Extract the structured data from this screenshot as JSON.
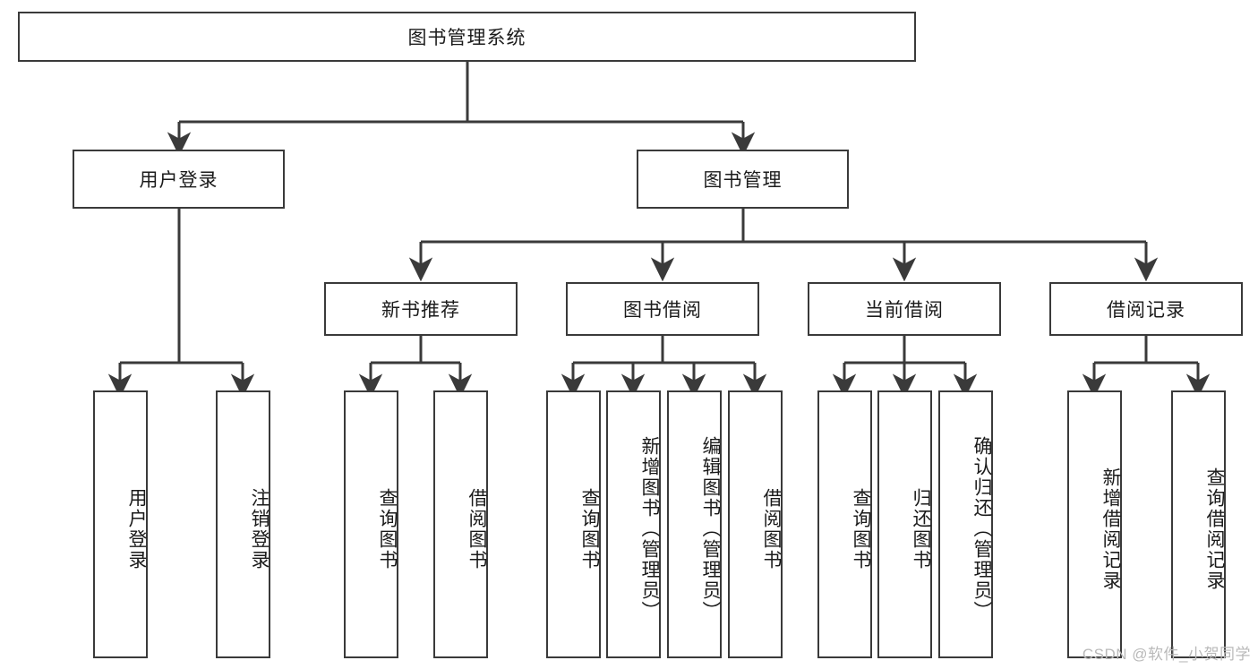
{
  "diagram": {
    "title_node": {
      "label": "图书管理系统"
    },
    "level2": [
      {
        "id": "user-login",
        "label": "用户登录"
      },
      {
        "id": "book-management",
        "label": "图书管理"
      }
    ],
    "level3": [
      {
        "id": "new-book-recommend",
        "label": "新书推荐"
      },
      {
        "id": "book-borrow",
        "label": "图书借阅"
      },
      {
        "id": "current-borrow",
        "label": "当前借阅"
      },
      {
        "id": "borrow-record",
        "label": "借阅记录"
      }
    ],
    "leaves": [
      {
        "id": "leaf-user-login",
        "label": "用户登录",
        "parent": "user-login"
      },
      {
        "id": "leaf-logout-login",
        "label": "注销登录",
        "parent": "user-login"
      },
      {
        "id": "leaf-query-book-1",
        "label": "查询图书",
        "parent": "new-book-recommend"
      },
      {
        "id": "leaf-borrow-book-1",
        "label": "借阅图书",
        "parent": "new-book-recommend"
      },
      {
        "id": "leaf-query-book-2",
        "label": "查询图书",
        "parent": "book-borrow"
      },
      {
        "id": "leaf-add-book",
        "label": "新增图书（管理员）",
        "parent": "book-borrow"
      },
      {
        "id": "leaf-edit-book",
        "label": "编辑图书（管理员）",
        "parent": "book-borrow"
      },
      {
        "id": "leaf-borrow-book-2",
        "label": "借阅图书",
        "parent": "book-borrow"
      },
      {
        "id": "leaf-query-book-3",
        "label": "查询图书",
        "parent": "current-borrow"
      },
      {
        "id": "leaf-return-book",
        "label": "归还图书",
        "parent": "current-borrow"
      },
      {
        "id": "leaf-confirm-return",
        "label": "确认归还（管理员）",
        "parent": "current-borrow"
      },
      {
        "id": "leaf-add-record",
        "label": "新增借阅记录",
        "parent": "borrow-record"
      },
      {
        "id": "leaf-query-record",
        "label": "查询借阅记录",
        "parent": "borrow-record"
      }
    ],
    "watermark": "CSDN @软件_小贺同学",
    "colors": {
      "stroke": "#3a3a3a",
      "text": "#1b1b1b",
      "background": "#ffffff",
      "watermark": "#b9b9b9"
    }
  }
}
